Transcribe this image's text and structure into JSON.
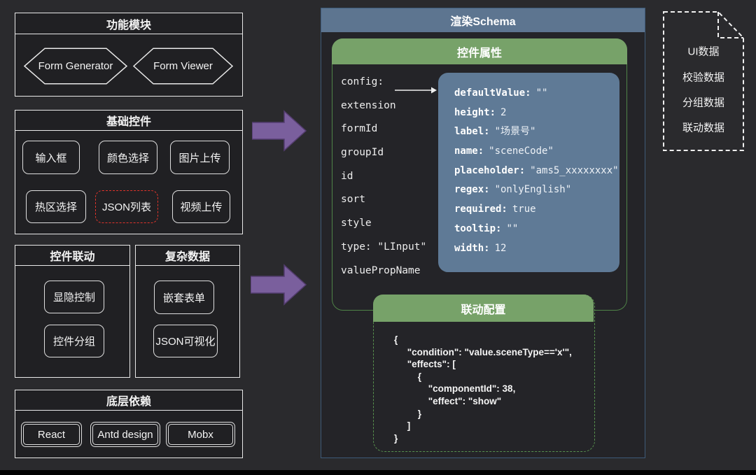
{
  "colors": {
    "page_bg": "#2a2a2d",
    "box_fill": "#202023",
    "white_border": "#e9e9e9",
    "blue_header": "#5d7590",
    "blue_config_box": "#5f7a96",
    "green_header": "#77a269",
    "green_border": "#4f8347",
    "purple_arrow": "#7a5f9d",
    "red_dashed": "#e0342b",
    "panel_border": "#3e5a78"
  },
  "function_modules": {
    "title": "功能模块",
    "hexagons": [
      "Form Generator",
      "Form Viewer"
    ]
  },
  "basic_controls": {
    "title": "基础控件",
    "items": [
      "输入框",
      "颜色选择",
      "图片上传",
      "热区选择",
      "JSON列表",
      "视频上传"
    ]
  },
  "control_linkage": {
    "title": "控件联动",
    "items": [
      "显隐控制",
      "控件分组"
    ]
  },
  "complex_data": {
    "title": "复杂数据",
    "items": [
      "嵌套表单",
      "JSON可视化"
    ]
  },
  "dependencies": {
    "title": "底层依赖",
    "items": [
      "React",
      "Antd design",
      "Mobx"
    ]
  },
  "schema_panel": {
    "title": "渲染Schema",
    "widget_props": {
      "title": "控件属性",
      "keys": [
        "config:",
        "extension",
        "formId",
        "groupId",
        "id",
        "sort",
        "style",
        "type: \"LInput\"",
        "valuePropName"
      ],
      "config_detail": [
        {
          "k": "defaultValue:",
          "v": "\"\""
        },
        {
          "k": "height:",
          "v": "2"
        },
        {
          "k": "label:",
          "v": "\"场景号\""
        },
        {
          "k": "name:",
          "v": "\"sceneCode\""
        },
        {
          "k": "placeholder:",
          "v": "\"ams5_xxxxxxxx\""
        },
        {
          "k": "regex:",
          "v": "\"onlyEnglish\""
        },
        {
          "k": "required:",
          "v": "true"
        },
        {
          "k": "tooltip:",
          "v": "\"\""
        },
        {
          "k": "width:",
          "v": "12"
        }
      ]
    },
    "linkage_config": {
      "title": "联动配置",
      "code_lines": [
        "{",
        "     \"condition\": \"value.sceneType=='x'\",",
        "     \"effects\": [",
        "         {",
        "             \"componentId\": 38,",
        "             \"effect\": \"show\"",
        "         }",
        "     ]",
        "}"
      ]
    }
  },
  "schema_data_doc": {
    "items": [
      "UI数据",
      "校验数据",
      "分组数据",
      "联动数据"
    ]
  }
}
